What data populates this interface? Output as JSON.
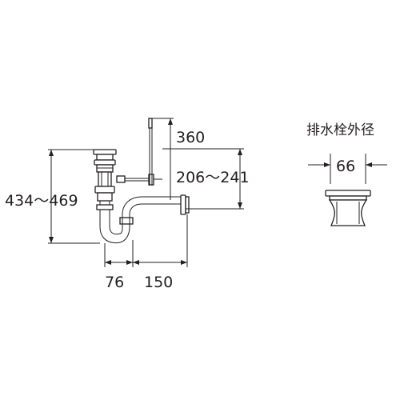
{
  "drawing": {
    "dimensions": {
      "total_height": "434～469",
      "rod_length": "360",
      "outlet_height": "206～241",
      "offset_left": "76",
      "offset_right": "150"
    },
    "detail": {
      "title": "排水栓外径",
      "diameter": "66"
    }
  }
}
